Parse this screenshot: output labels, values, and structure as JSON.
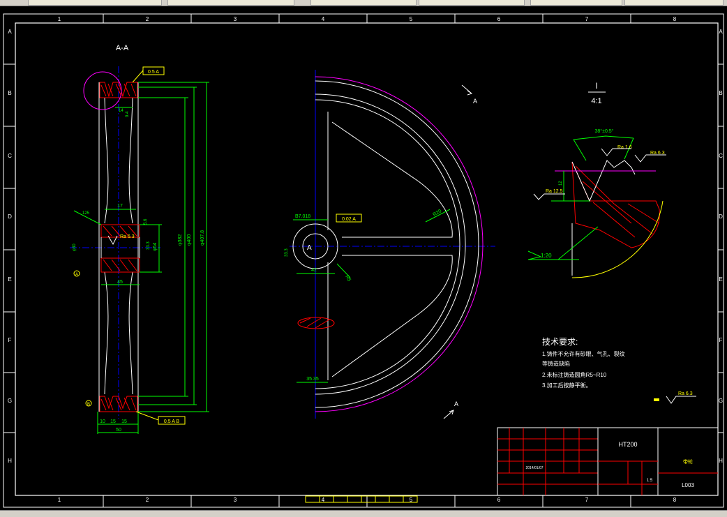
{
  "drawing": {
    "section_label": "A-A",
    "detail_label": "I",
    "detail_scale": "4:1",
    "view_arrow_label": "A",
    "view_arrow_label_bottom": "A",
    "center_label": "A",
    "col_marks": [
      "1",
      "2",
      "3",
      "4",
      "5",
      "6",
      "7",
      "8"
    ],
    "col_marks_bottom": [
      "1",
      "2",
      "3",
      "4",
      "5",
      "6",
      "7",
      "8"
    ],
    "row_marks": [
      "A",
      "B",
      "C",
      "D",
      "E",
      "F",
      "G",
      "H"
    ],
    "row_marks_right": [
      "A",
      "B",
      "C",
      "D",
      "E",
      "F",
      "G",
      "H"
    ]
  },
  "dimensions": {
    "top_tol": "0.5 A",
    "bottom_tol": "0.5 A B",
    "width_14": "14",
    "width_9": "9.4",
    "hub_17": "17",
    "hub_45": "45",
    "hub_dia54": "φ54",
    "hub_dia30": "φ30",
    "hub_ra": "Ra 6.3",
    "dia382": "φ382",
    "dia400": "φ400",
    "dia407": "φ407.8",
    "hub_125": "125",
    "keyway_56": "5.6",
    "hub_33": "33.3",
    "bottom_10": "10",
    "bottom_15a": "15",
    "bottom_15b": "15",
    "bottom_50": "50",
    "key_width": "B7.018",
    "key_tol": "0.02 A",
    "r20": "R20",
    "r5": "R5",
    "dim42": "42",
    "dim3535": "35.35",
    "detail_angle": "38°±0.5°",
    "detail_ra16": "Ra 1.6",
    "detail_ra63": "Ra 6.3",
    "detail_ra125": "Ra 12.5",
    "detail_12": "12",
    "taper": "1:20",
    "datum_a": "A",
    "datum_b": "B",
    "surface_ra": "Ra 6.3"
  },
  "notes": {
    "title": "技术要求:",
    "line1": "1.铸件不允许有砂眼、气孔、裂纹",
    "line2": "等铸造缺陷",
    "line3": "2.未标注铸造圆角R5~R10",
    "line4": "3.加工后按静平衡。"
  },
  "title_block": {
    "material": "HT200",
    "part_name": "带轮",
    "drawing_no": "L003",
    "date": "2014/01/07",
    "scale": "1:5"
  },
  "colors": {
    "frame": "#ffffff",
    "outline": "#ffffff",
    "dim": "#00ff00",
    "center": "#0000ff",
    "hatch": "#ff0000",
    "callout": "#ffff00",
    "title_block": "#ff0000",
    "circle": "#ff00ff"
  }
}
